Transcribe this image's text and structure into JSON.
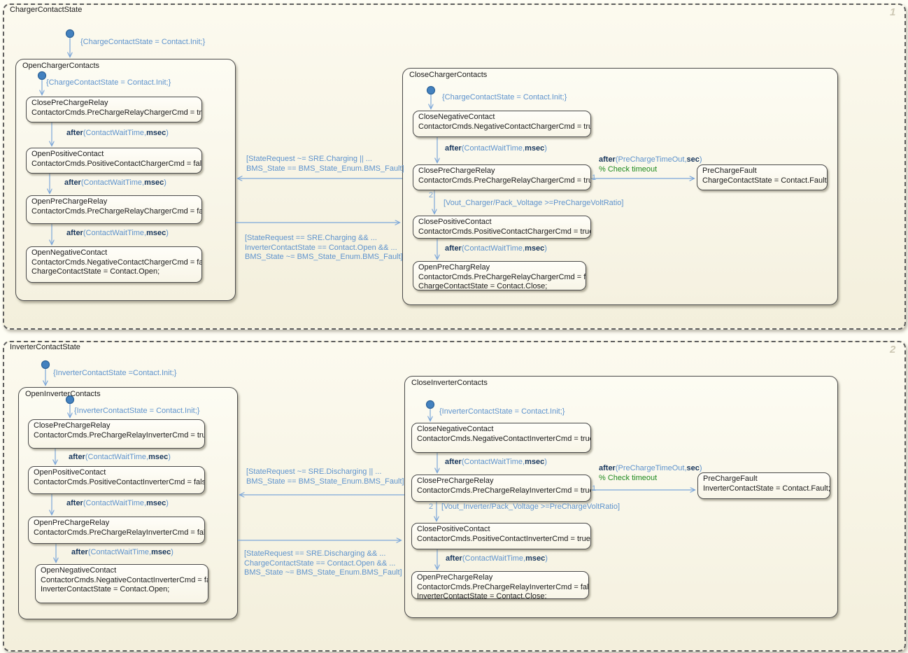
{
  "shared": {
    "after_kw": "after",
    "wait_args": {
      "pre": "(ContactWaitTime,",
      "unit": "msec",
      "post": ")"
    },
    "timeout_args": {
      "pre": "(PreChargeTimeOut,",
      "unit": "sec",
      "post": ")"
    },
    "timeout_comment": "% Check timeout",
    "junction_one": "1",
    "junction_two": "2"
  },
  "charger": {
    "title": "ChargerContactState",
    "order": "1",
    "init_label": "{ChargeContactState = Contact.Init;}",
    "open": {
      "title": "OpenChargerContacts",
      "init_label": "{ChargeContactState = Contact.Init;}",
      "s1": {
        "name": "ClosePreChargeRelay",
        "a1": "ContactorCmds.PreChargeRelayChargerCmd = true;"
      },
      "s2": {
        "name": "OpenPositiveContact",
        "a1": "ContactorCmds.PositiveContactChargerCmd = false;"
      },
      "s3": {
        "name": "OpenPreChargeRelay",
        "a1": "ContactorCmds.PreChargeRelayChargerCmd = false;"
      },
      "s4": {
        "name": "OpenNegativeContact",
        "a1": "ContactorCmds.NegativeContactChargerCmd = false;",
        "a2": "ChargeContactState = Contact.Open;"
      }
    },
    "close": {
      "title": "CloseChargerContacts",
      "init_label": "{ChargeContactState = Contact.Init;}",
      "s1": {
        "name": "CloseNegativeContact",
        "a1": "ContactorCmds.NegativeContactChargerCmd = true;"
      },
      "s2": {
        "name": "ClosePreChargeRelay",
        "a1": "ContactorCmds.PreChargeRelayChargerCmd = true;"
      },
      "volt_cond": "[Vout_Charger/Pack_Voltage >=PreChargeVoltRatio]",
      "s3": {
        "name": "ClosePositiveContact",
        "a1": "ContactorCmds.PositiveContactChargerCmd = true;"
      },
      "s4": {
        "name": "OpenPreChargRelay",
        "a1": "ContactorCmds.PreChargeRelayChargerCmd = false;",
        "a2": "ChargeContactState = Contact.Close;"
      }
    },
    "fault": {
      "name": "PreChargeFault",
      "a1": "ChargeContactState = Contact.Fault;"
    },
    "open_cond": [
      "[StateRequest ~= SRE.Charging || ...",
      "BMS_State == BMS_State_Enum.BMS_Fault]"
    ],
    "close_cond": [
      "[StateRequest == SRE.Charging && ...",
      "InverterContactState == Contact.Open && ...",
      "BMS_State ~= BMS_State_Enum.BMS_Fault]"
    ]
  },
  "inverter": {
    "title": "InverterContactState",
    "order": "2",
    "init_label": "{InverterContactState =Contact.Init;}",
    "open": {
      "title": "OpenInverterContacts",
      "init_label": "{InverterContactState = Contact.Init;}",
      "s1": {
        "name": "ClosePreChargeRelay",
        "a1": "ContactorCmds.PreChargeRelayInverterCmd = true;"
      },
      "s2": {
        "name": "OpenPositiveContact",
        "a1": "ContactorCmds.PositiveContactInverterCmd = false;"
      },
      "s3": {
        "name": "OpenPreChargeRelay",
        "a1": "ContactorCmds.PreChargeRelayInverterCmd = false;"
      },
      "s4": {
        "name": "OpenNegativeContact",
        "a1": "ContactorCmds.NegativeContactInverterCmd = false;",
        "a2": "InverterContactState = Contact.Open;"
      }
    },
    "close": {
      "title": "CloseInverterContacts",
      "init_label": "{InverterContactState = Contact.Init;}",
      "s1": {
        "name": "CloseNegativeContact",
        "a1": "ContactorCmds.NegativeContactInverterCmd = true;"
      },
      "s2": {
        "name": "ClosePreChargeRelay",
        "a1": "ContactorCmds.PreChargeRelayInverterCmd = true;"
      },
      "volt_cond": "[Vout_Inverter/Pack_Voltage >=PreChargeVoltRatio]",
      "s3": {
        "name": "ClosePositiveContact",
        "a1": "ContactorCmds.PositiveContactInverterCmd = true;"
      },
      "s4": {
        "name": "OpenPreChargeRelay",
        "a1": "ContactorCmds.PreChargeRelayInverterCmd = false;",
        "a2": "InverterContactState = Contact.Close;"
      }
    },
    "fault": {
      "name": "PreChargeFault",
      "a1": "InverterContactState = Contact.Fault;"
    },
    "open_cond": [
      "[StateRequest ~= SRE.Discharging || ...",
      "BMS_State == BMS_State_Enum.BMS_Fault]"
    ],
    "close_cond": [
      "[StateRequest == SRE.Discharging && ...",
      "ChargeContactState == Contact.Open && ...",
      "BMS_State ~= BMS_State_Enum.BMS_Fault]"
    ]
  }
}
